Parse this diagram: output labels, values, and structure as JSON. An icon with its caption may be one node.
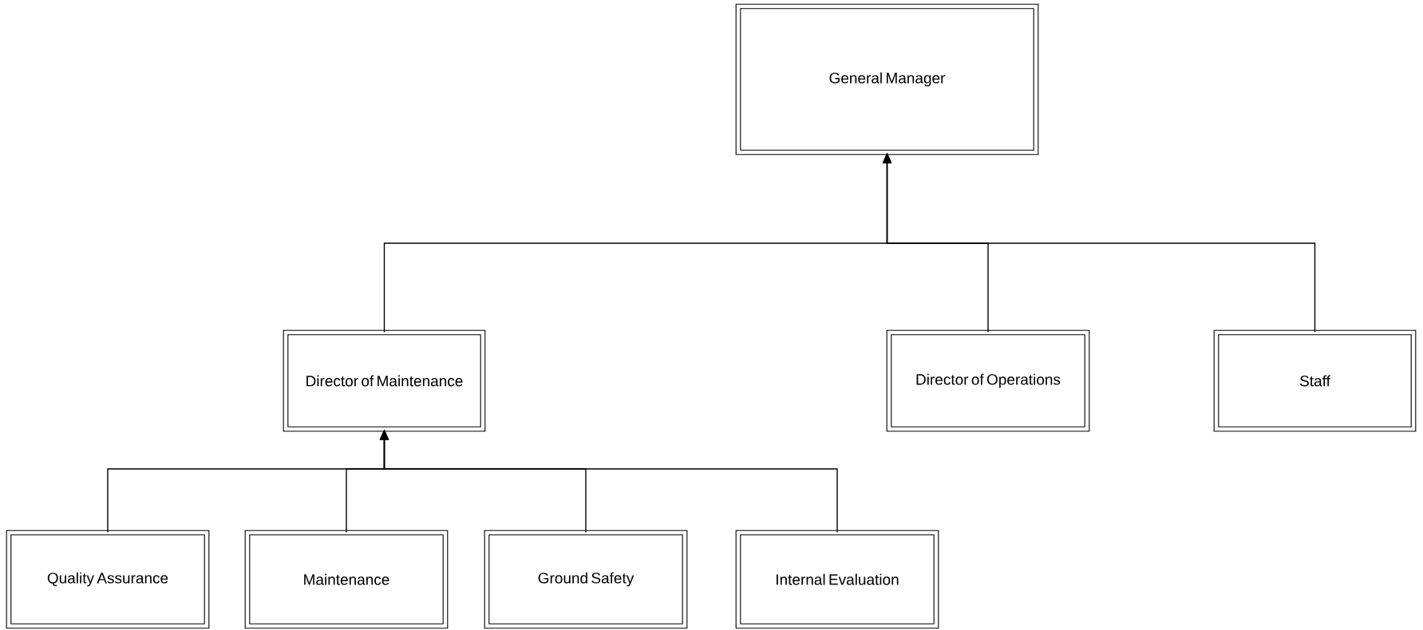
{
  "diagram": {
    "nodes": [
      {
        "text": [
          "General Manager"
        ]
      },
      {
        "text": [
          "Director of Maintenance"
        ]
      },
      {
        "text": [
          "Director of Operations"
        ]
      },
      {
        "text": [
          "Staff"
        ]
      },
      {
        "text": [
          "Quality Assurance"
        ]
      },
      {
        "text": [
          "Maintenance"
        ]
      },
      {
        "text": [
          "Ground Safety"
        ]
      },
      {
        "text": [
          "Internal Evaluation"
        ]
      }
    ],
    "edges": [
      {
        "from": 1,
        "to": 0,
        "arrow": "to"
      },
      {
        "from": 2,
        "to": 0,
        "arrow": "to"
      },
      {
        "from": 3,
        "to": 0,
        "arrow": "to"
      },
      {
        "from": 4,
        "to": 1,
        "arrow": "to"
      },
      {
        "from": 5,
        "to": 1,
        "arrow": "to"
      },
      {
        "from": 6,
        "to": 1,
        "arrow": "to"
      },
      {
        "from": 7,
        "to": 1,
        "arrow": "to"
      }
    ]
  }
}
